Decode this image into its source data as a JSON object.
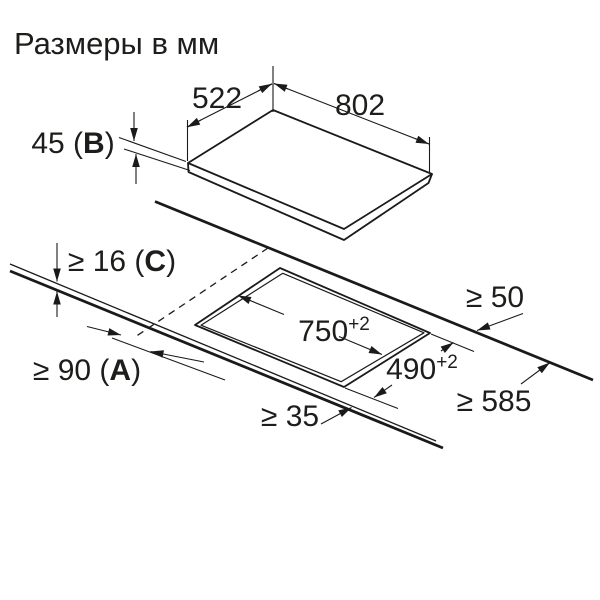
{
  "title": "Размеры в мм",
  "dims": {
    "cooktop_depth": "522",
    "cooktop_width": "802",
    "cooktop_height": {
      "prefix": "45 (",
      "letter": "B",
      "suffix": ")"
    },
    "worktop_thickness": {
      "prefix": "≥ 16 (",
      "letter": "C",
      "suffix": ")"
    },
    "side_clearance": {
      "prefix": "≥ 90 (",
      "letter": "A",
      "suffix": ")"
    },
    "rear_clearance": "≥ 50",
    "cutout_width": {
      "value": "750",
      "tolerance": "+2"
    },
    "cutout_depth": {
      "value": "490",
      "tolerance": "+2"
    },
    "min_worktop_depth": "≥ 585",
    "front_clearance": "≥ 35"
  }
}
